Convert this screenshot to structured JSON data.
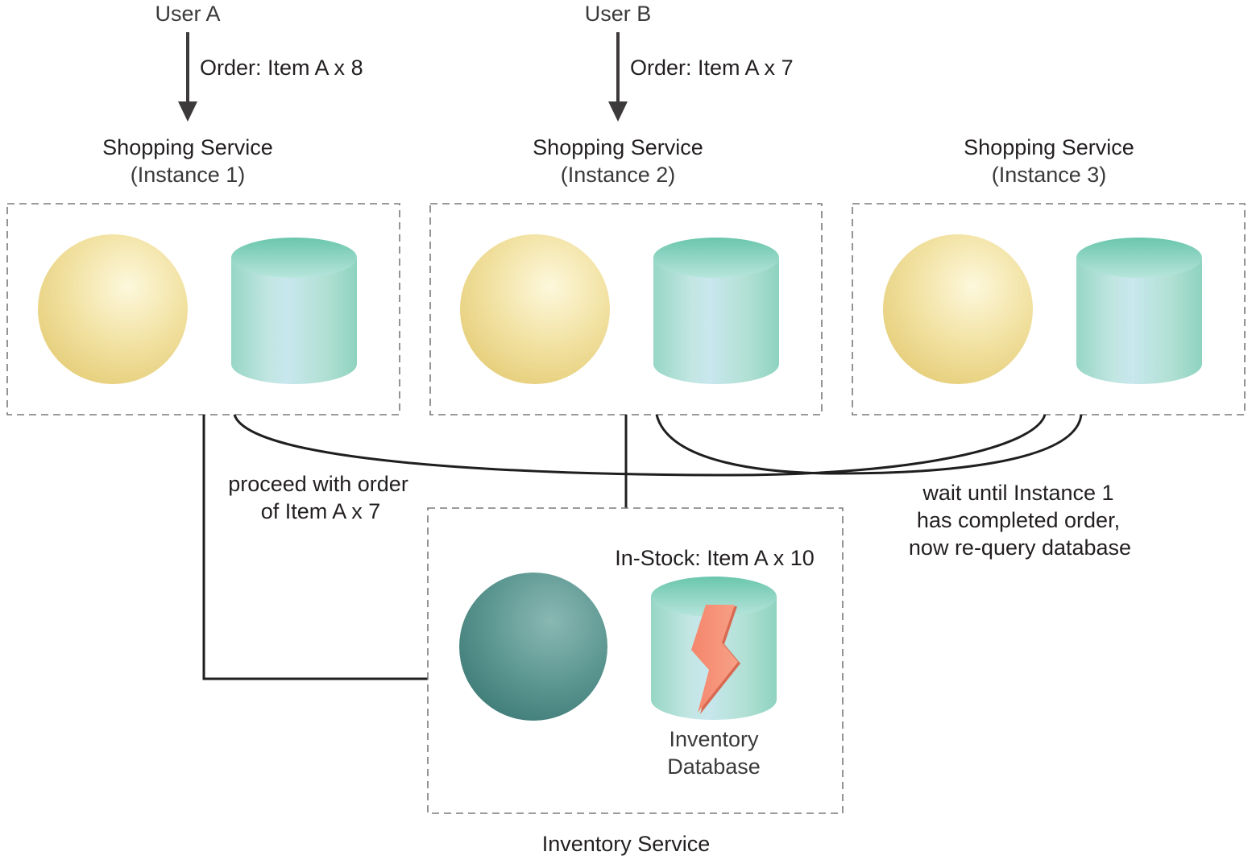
{
  "users": {
    "a": {
      "label": "User A",
      "order": "Order: Item A x 8"
    },
    "b": {
      "label": "User B",
      "order": "Order: Item A x 7"
    }
  },
  "shopping_instances": [
    {
      "title": "Shopping Service",
      "subtitle": "(Instance 1)"
    },
    {
      "title": "Shopping Service",
      "subtitle": "(Instance 2)"
    },
    {
      "title": "Shopping Service",
      "subtitle": "(Instance 3)"
    }
  ],
  "notes": {
    "proceed": [
      "proceed with order",
      "of Item A x 7"
    ],
    "wait": [
      "wait until Instance 1",
      "has completed order,",
      "now re-query database"
    ]
  },
  "inventory": {
    "stock_label": "In-Stock: Item A x 10",
    "database_label": [
      "Inventory",
      "Database"
    ],
    "service_label": "Inventory Service"
  },
  "colors": {
    "service_sphere": "#efdb8f",
    "database_cylinder": "#9fd8c8",
    "inventory_sphere": "#4f8c88",
    "lightning": "#f4866c",
    "connector": "#1f1f1f"
  }
}
